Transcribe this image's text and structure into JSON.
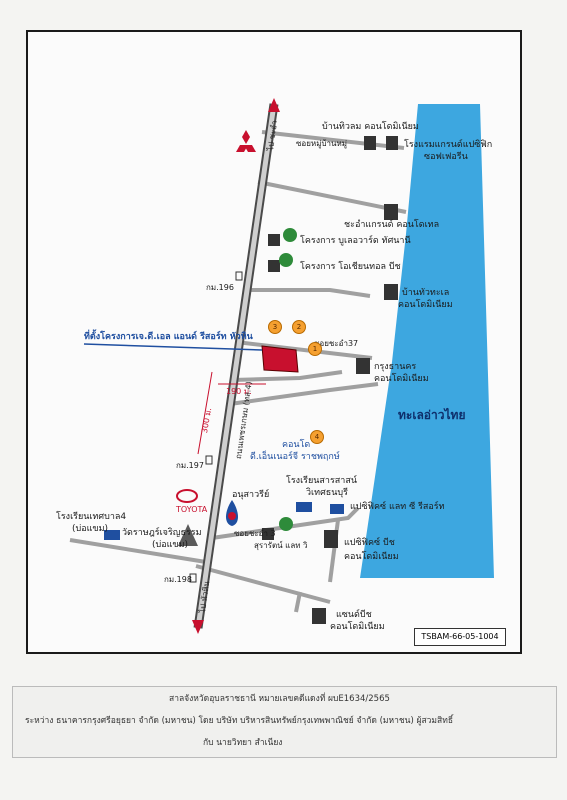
{
  "map": {
    "labels": {
      "baan_thi_lom": "บ้านทิวลม คอนโดมิเนียม",
      "soi_mu_baan": "ซอยหมู่บ้านหมู่",
      "hotel_marriott": "โรงแรมแกรนด์แปซิฟิก",
      "marriott_2": "ซอฟเฟอรีน",
      "sea_grand": "ชะอำแกรนด์ คอนโดเทล",
      "project_blue": "โครงการ บูเลอวาร์ด ทัศนานี",
      "project_orange": "โครงการ โอเชียนทอล บีช",
      "km196": "กม.196",
      "baan_tua_tale": "บ้านทัวทะเล",
      "condominium": "คอนโดมิเนียม",
      "project_site": "ที่ตั้งโครงการเจ.ดี.เอล แอนด์ รีสอร์ท หัวหิน",
      "soi_chaam37": "ซอยชะอำ37",
      "kruthanakorn": "กรุงธานคร",
      "kruthanakorn_2": "คอนโดมิเนียม",
      "dist_190": "190 ม.",
      "dist_300": "300 ม.",
      "sea": "ทะเลอ่าวไทย",
      "condo_center": "คอนโด",
      "condo_center_2": "ดี.เอ็นเนอร์จี ราชพฤกษ์",
      "km197": "กม.197",
      "school_saraswati": "โรงเรียนสารสาสน์",
      "school_saraswati_2": "วิเทศธนบุรี",
      "pacific_resort": "แปซิฟิคซ์ แลท ซี รีสอร์ท",
      "toyota": "TOYOTA",
      "school_tesaban": "โรงเรียนเทศบาล4",
      "school_tesaban_2": "(บ่อแขม)",
      "wat": "วัดราษฎร์เจริญธรรม",
      "wat_2": "(บ่อแขม)",
      "anusawari": "อนุสาวรีย์",
      "soi_chaam_3": "ซอยชะอำ 3",
      "pacific_beach": "แปซิฟิคซ์ บีช",
      "pacific_beach_2": "คอนโดมิเนียม",
      "suratan": "สุรารัตน์ แลท วิ",
      "km198": "กม.198",
      "sandbeach": "แซนด์บีช",
      "sandbeach_2": "คอนโดมิเนียม",
      "road_top": "ไป ชะอำ",
      "road_bottom": "ไป หัวหิน",
      "road_name": "ถนนเพชรเกษม (ทล.4)"
    },
    "numbers": [
      "1",
      "2",
      "3",
      "4"
    ],
    "code": "TSBAM-66-05-1004",
    "colors": {
      "sea": "#3da7e0",
      "road": "#9a9a9a",
      "road_dark": "#4a4a4a",
      "site": "#c8102e"
    }
  },
  "footer": {
    "line1": "สาลจังหวัดอุบลราชธานี หมายเลขคดีแดงที่ ผบE1634/2565",
    "line2": "ระหว่าง ธนาคารกรุงศรีอยุธยา จำกัด (มหาชน) โดย บริษัท บริหารสินทรัพย์กรุงเทพพาณิชย์ จำกัด (มหาชน) ผู้สวมสิทธิ์",
    "line3": "กับ นายวิทยา สำเนียง"
  }
}
